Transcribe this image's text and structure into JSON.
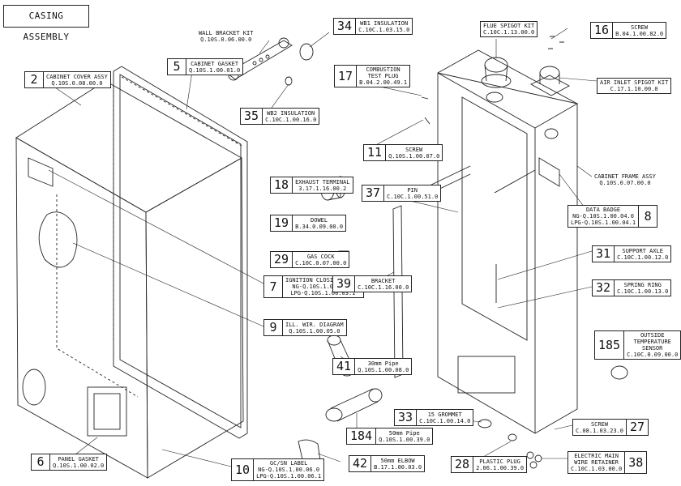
{
  "title": "CASING ASSEMBLY",
  "parts": [
    {
      "id": "p2",
      "num": "2",
      "lines": [
        "CABINET COVER ASSY",
        "Q.10S.0.08.00.0"
      ]
    },
    {
      "id": "p5",
      "num": "5",
      "lines": [
        "CABINET GASKET",
        "Q.10S.1.00.01.0"
      ]
    },
    {
      "id": "p6",
      "num": "6",
      "lines": [
        "PANEL GASKET",
        "Q.10S.1.00.02.0"
      ]
    },
    {
      "id": "p7",
      "num": "7",
      "lines": [
        "IGNITION CLOSING LABEL",
        "NG-Q.10S.1.00.03.0",
        "LPG-Q.10S.1.00.03.1"
      ]
    },
    {
      "id": "p8",
      "num": "8",
      "lines": [
        "DATA BADGE",
        "NG-Q.10S.1.00.04.0",
        "LPG-Q.10S.1.00.04.1"
      ]
    },
    {
      "id": "p9",
      "num": "9",
      "lines": [
        "ILL. WIR. DIAGRAM",
        "Q.10S.1.00.05.0"
      ]
    },
    {
      "id": "p10",
      "num": "10",
      "lines": [
        "GC/SN LABEL",
        "NG-Q.10S.1.00.06.0",
        "LPG-Q.10S.1.00.06.1"
      ]
    },
    {
      "id": "p11",
      "num": "11",
      "lines": [
        "SCREW",
        "Q.10S.1.00.07.0"
      ]
    },
    {
      "id": "p16",
      "num": "16",
      "lines": [
        "SCREW",
        "B.04.1.00.82.0"
      ]
    },
    {
      "id": "p17",
      "num": "17",
      "lines": [
        "COMBUSTION",
        "TEST PLUG",
        "B.04.2.00.49.1"
      ]
    },
    {
      "id": "p18",
      "num": "18",
      "lines": [
        "EXHAUST TERMINAL",
        "3.17.1.16.00.2"
      ]
    },
    {
      "id": "p19",
      "num": "19",
      "lines": [
        "DOWEL",
        "B.34.0.09.00.0"
      ]
    },
    {
      "id": "p27",
      "num": "27",
      "lines": [
        "SCREW",
        "C.08.1.03.23.0"
      ]
    },
    {
      "id": "p28",
      "num": "28",
      "lines": [
        "PLASTIC PLUG",
        "2.06.1.00.39.0"
      ]
    },
    {
      "id": "p29",
      "num": "29",
      "lines": [
        "GAS COCK",
        "C.10C.0.07.00.0"
      ]
    },
    {
      "id": "p31",
      "num": "31",
      "lines": [
        "SUPPORT AXLE",
        "C.10C.1.00.12.0"
      ]
    },
    {
      "id": "p32",
      "num": "32",
      "lines": [
        "SPRING RING",
        "C.10C.1.00.13.0"
      ]
    },
    {
      "id": "p33",
      "num": "33",
      "lines": [
        "15 GROMMET",
        "C.10C.1.00.14.0"
      ]
    },
    {
      "id": "p34",
      "num": "34",
      "lines": [
        "WB1 INSULATION",
        "C.10C.1.03.15.0"
      ]
    },
    {
      "id": "p35",
      "num": "35",
      "lines": [
        "WB2 INSULATION",
        "C.10C.1.00.16.0"
      ]
    },
    {
      "id": "p37",
      "num": "37",
      "lines": [
        "PIN",
        "C.10C.1.00.51.0"
      ]
    },
    {
      "id": "p38",
      "num": "38",
      "lines": [
        "ELECTRIC MAIN",
        "WIRE RETAINER",
        "C.10C.1.03.00.0"
      ]
    },
    {
      "id": "p39",
      "num": "39",
      "lines": [
        "BRACKET",
        "C.10C.1.16.00.0"
      ]
    },
    {
      "id": "p41",
      "num": "41",
      "lines": [
        "30mm Pipe",
        "Q.10S.1.00.08.0"
      ]
    },
    {
      "id": "p42",
      "num": "42",
      "lines": [
        "50mm ELBOW",
        "B.17.1.00.03.0"
      ]
    },
    {
      "id": "p184",
      "num": "184",
      "lines": [
        "50mm Pipe",
        "Q.10S.1.00.39.0"
      ]
    },
    {
      "id": "p185",
      "num": "185",
      "lines": [
        "OUTSIDE",
        "TEMPERATURE",
        "SENSOR",
        "C.10C.0.09.00.0"
      ]
    }
  ],
  "callouts": [
    {
      "id": "wall",
      "lines": [
        "WALL BRACKET KIT",
        "Q.10S.0.06.00.0"
      ]
    },
    {
      "id": "flue",
      "lines": [
        "FLUE SPIGOT KIT",
        "C.10C.1.13.00.0"
      ]
    },
    {
      "id": "air",
      "lines": [
        "AIR INLET SPIGOT KIT",
        "C.17.1.10.00.0"
      ]
    },
    {
      "id": "frame",
      "lines": [
        "CABINET FRAME ASSY",
        "Q.10S.0.07.00.0"
      ]
    }
  ]
}
